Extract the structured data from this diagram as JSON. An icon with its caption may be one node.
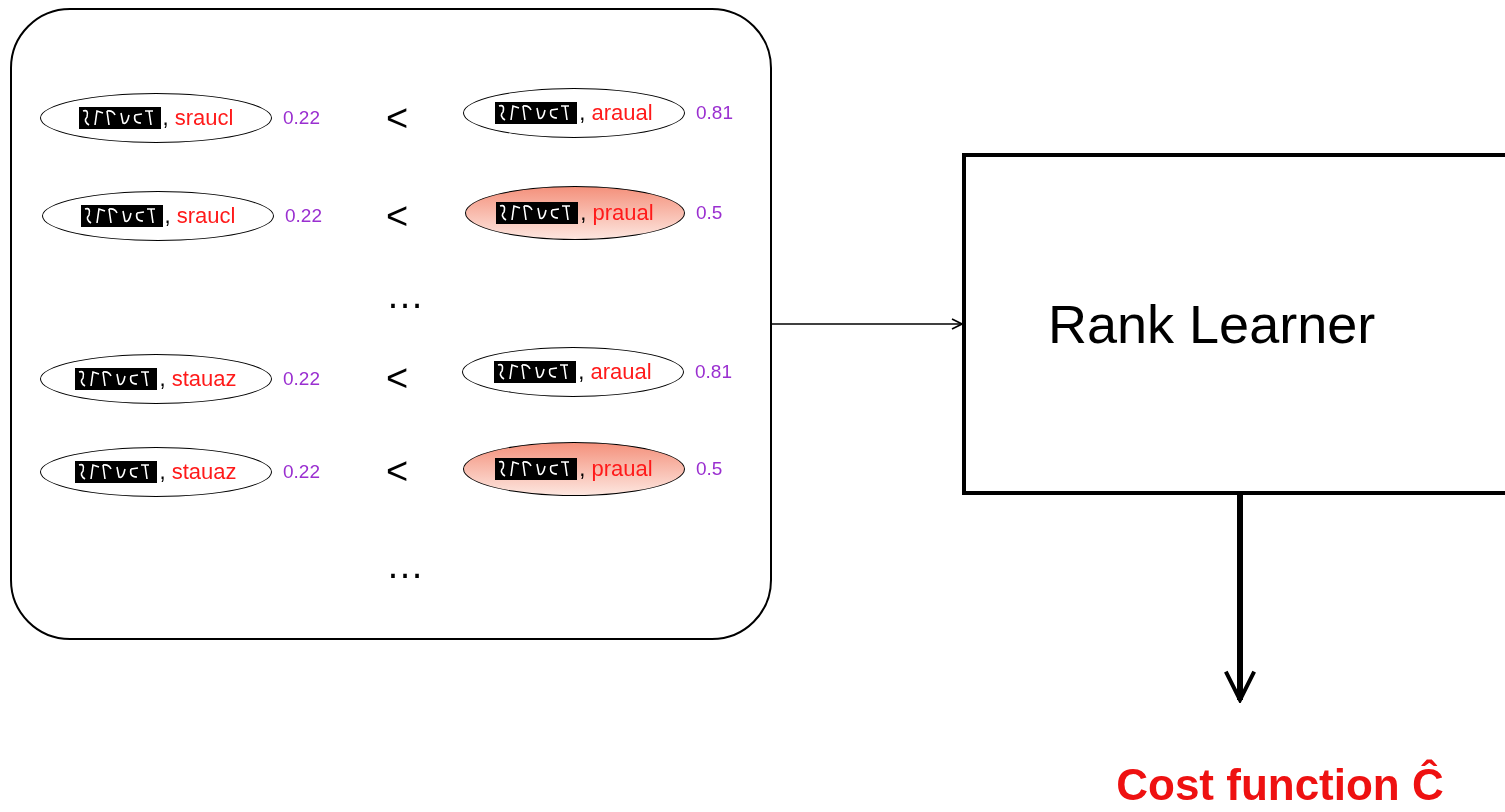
{
  "diagram": {
    "nodes": [
      {
        "text": [],
        "shape": "box"
      },
      {
        "text": [
          ", sraucl"
        ],
        "in": 0,
        "beside": [
          "0.22"
        ]
      },
      {
        "text": [
          ", araual"
        ],
        "in": 0,
        "beside": [
          "0.81"
        ]
      },
      {
        "text": [
          ", sraucl"
        ],
        "in": 0,
        "beside": [
          "0.22"
        ]
      },
      {
        "text": [
          ", praual"
        ],
        "in": 0,
        "beside": [
          "0.5"
        ]
      },
      {
        "text": [
          ", stauaz"
        ],
        "in": 0,
        "beside": [
          "0.22"
        ]
      },
      {
        "text": [
          ", araual"
        ],
        "in": 0,
        "beside": [
          "0.81"
        ]
      },
      {
        "text": [
          ", stauaz"
        ],
        "in": 0,
        "beside": [
          "0.22"
        ]
      },
      {
        "text": [
          ", praual"
        ],
        "in": 0,
        "beside": [
          "0.5"
        ]
      },
      {
        "text": [
          "Rank Learner"
        ]
      },
      {
        "text": [
          "Cost function Ĉ"
        ]
      }
    ],
    "edges": [
      {
        "from": 0,
        "to": 9,
        "arrow": "to"
      },
      {
        "from": 9,
        "to": 10,
        "arrow": "to",
        "style": "thick"
      }
    ],
    "labels": [
      "<",
      "<",
      "…",
      "<",
      "<",
      "…"
    ]
  }
}
